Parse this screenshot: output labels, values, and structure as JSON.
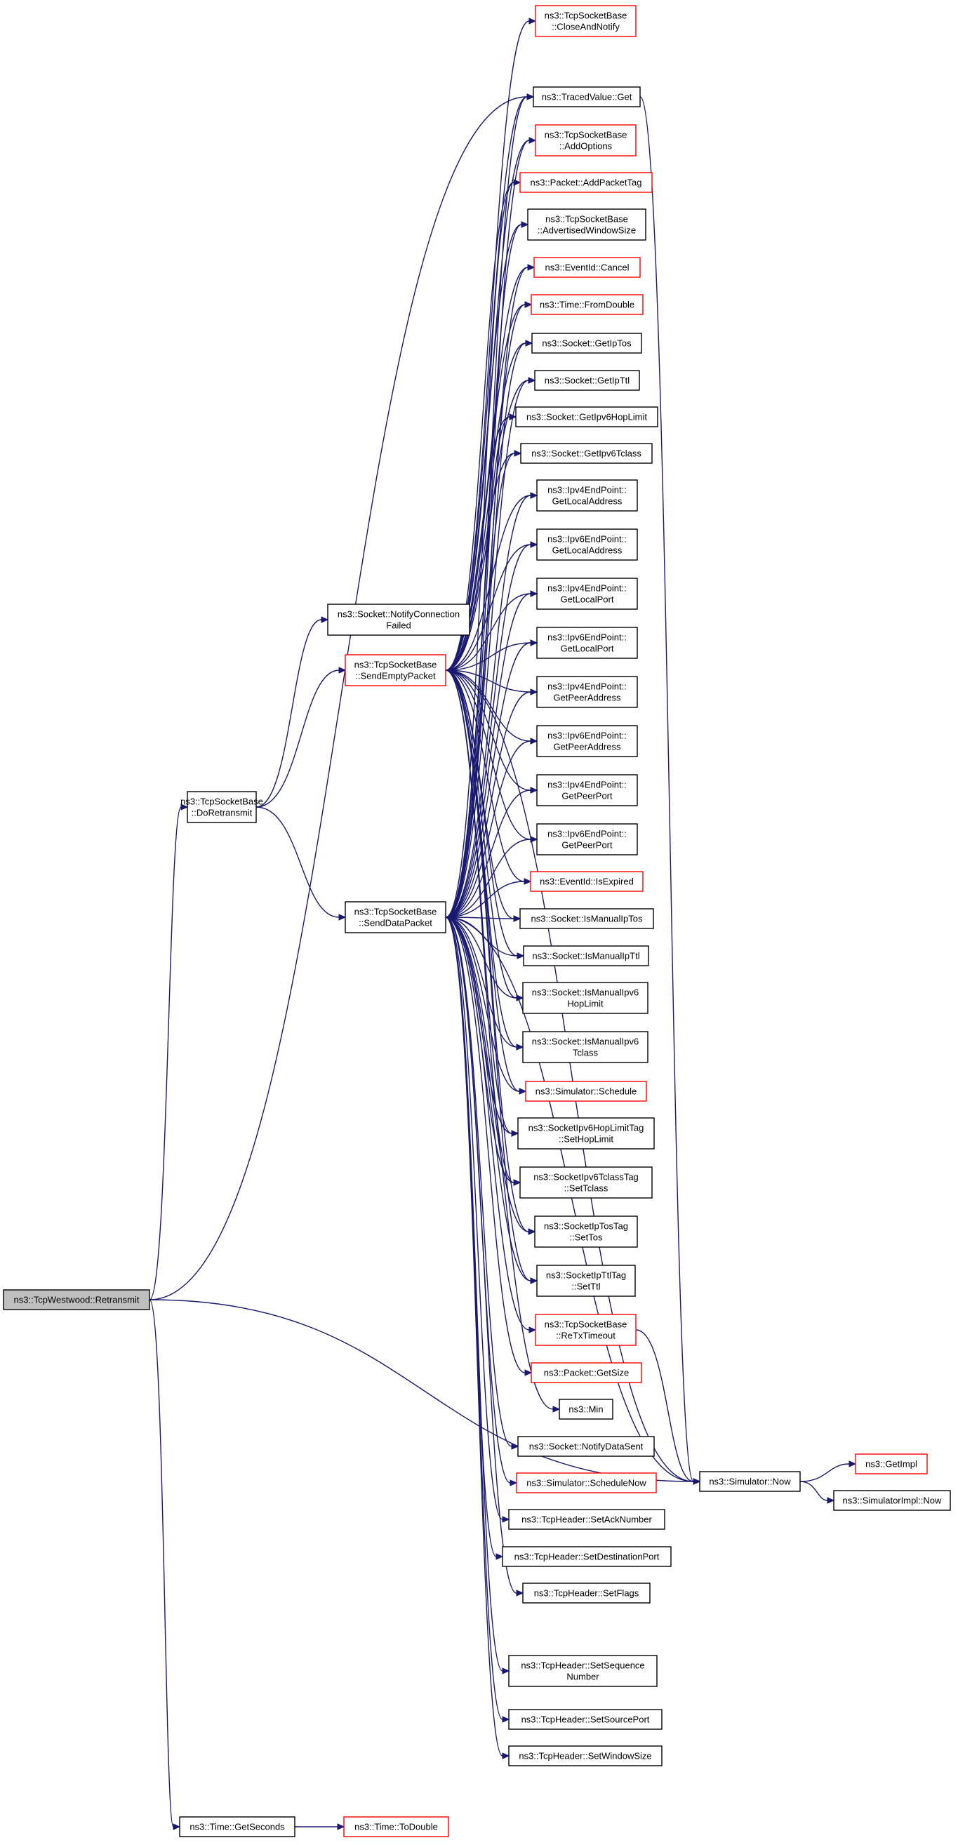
{
  "graph": {
    "edge_color": "#191970",
    "nodes": [
      {
        "id": "root",
        "lines": [
          "ns3::TcpWestwood::Retransmit"
        ],
        "style": "grey"
      },
      {
        "id": "doretransmit",
        "lines": [
          "ns3::TcpSocketBase",
          "::DoRetransmit"
        ],
        "style": "black"
      },
      {
        "id": "notifyconnfailed",
        "lines": [
          "ns3::Socket::NotifyConnection",
          "Failed"
        ],
        "style": "black"
      },
      {
        "id": "sendempty",
        "lines": [
          "ns3::TcpSocketBase",
          "::SendEmptyPacket"
        ],
        "style": "red"
      },
      {
        "id": "senddata",
        "lines": [
          "ns3::TcpSocketBase",
          "::SendDataPacket"
        ],
        "style": "black"
      },
      {
        "id": "getseconds",
        "lines": [
          "ns3::Time::GetSeconds"
        ],
        "style": "black"
      },
      {
        "id": "todouble",
        "lines": [
          "ns3::Time::ToDouble"
        ],
        "style": "red"
      },
      {
        "id": "closeandnotify",
        "lines": [
          "ns3::TcpSocketBase",
          "::CloseAndNotify"
        ],
        "style": "red"
      },
      {
        "id": "tracedget",
        "lines": [
          "ns3::TracedValue::Get"
        ],
        "style": "black"
      },
      {
        "id": "addoptions",
        "lines": [
          "ns3::TcpSocketBase",
          "::AddOptions"
        ],
        "style": "red"
      },
      {
        "id": "addpackettag",
        "lines": [
          "ns3::Packet::AddPacketTag"
        ],
        "style": "red"
      },
      {
        "id": "advwindow",
        "lines": [
          "ns3::TcpSocketBase",
          "::AdvertisedWindowSize"
        ],
        "style": "black"
      },
      {
        "id": "cancel",
        "lines": [
          "ns3::EventId::Cancel"
        ],
        "style": "red"
      },
      {
        "id": "fromdouble",
        "lines": [
          "ns3::Time::FromDouble"
        ],
        "style": "red"
      },
      {
        "id": "getiptos",
        "lines": [
          "ns3::Socket::GetIpTos"
        ],
        "style": "black"
      },
      {
        "id": "getipttl",
        "lines": [
          "ns3::Socket::GetIpTtl"
        ],
        "style": "black"
      },
      {
        "id": "getipv6hop",
        "lines": [
          "ns3::Socket::GetIpv6HopLimit"
        ],
        "style": "black"
      },
      {
        "id": "getipv6tclass",
        "lines": [
          "ns3::Socket::GetIpv6Tclass"
        ],
        "style": "black"
      },
      {
        "id": "ipv4localaddr",
        "lines": [
          "ns3::Ipv4EndPoint::",
          "GetLocalAddress"
        ],
        "style": "black"
      },
      {
        "id": "ipv6localaddr",
        "lines": [
          "ns3::Ipv6EndPoint::",
          "GetLocalAddress"
        ],
        "style": "black"
      },
      {
        "id": "ipv4localport",
        "lines": [
          "ns3::Ipv4EndPoint::",
          "GetLocalPort"
        ],
        "style": "black"
      },
      {
        "id": "ipv6localport",
        "lines": [
          "ns3::Ipv6EndPoint::",
          "GetLocalPort"
        ],
        "style": "black"
      },
      {
        "id": "ipv4peeraddr",
        "lines": [
          "ns3::Ipv4EndPoint::",
          "GetPeerAddress"
        ],
        "style": "black"
      },
      {
        "id": "ipv6peeraddr",
        "lines": [
          "ns3::Ipv6EndPoint::",
          "GetPeerAddress"
        ],
        "style": "black"
      },
      {
        "id": "ipv4peerport",
        "lines": [
          "ns3::Ipv4EndPoint::",
          "GetPeerPort"
        ],
        "style": "black"
      },
      {
        "id": "ipv6peerport",
        "lines": [
          "ns3::Ipv6EndPoint::",
          "GetPeerPort"
        ],
        "style": "black"
      },
      {
        "id": "isexpired",
        "lines": [
          "ns3::EventId::IsExpired"
        ],
        "style": "red"
      },
      {
        "id": "ismaniptos",
        "lines": [
          "ns3::Socket::IsManualIpTos"
        ],
        "style": "black"
      },
      {
        "id": "ismanipttl",
        "lines": [
          "ns3::Socket::IsManualIpTtl"
        ],
        "style": "black"
      },
      {
        "id": "ismanipv6hop",
        "lines": [
          "ns3::Socket::IsManualIpv6",
          "HopLimit"
        ],
        "style": "black"
      },
      {
        "id": "ismanipv6tclass",
        "lines": [
          "ns3::Socket::IsManualIpv6",
          "Tclass"
        ],
        "style": "black"
      },
      {
        "id": "schedule",
        "lines": [
          "ns3::Simulator::Schedule"
        ],
        "style": "red"
      },
      {
        "id": "sethoplimit",
        "lines": [
          "ns3::SocketIpv6HopLimitTag",
          "::SetHopLimit"
        ],
        "style": "black"
      },
      {
        "id": "settclass",
        "lines": [
          "ns3::SocketIpv6TclassTag",
          "::SetTclass"
        ],
        "style": "black"
      },
      {
        "id": "settos",
        "lines": [
          "ns3::SocketIpTosTag",
          "::SetTos"
        ],
        "style": "black"
      },
      {
        "id": "setttl",
        "lines": [
          "ns3::SocketIpTtlTag",
          "::SetTtl"
        ],
        "style": "black"
      },
      {
        "id": "retxtimeout",
        "lines": [
          "ns3::TcpSocketBase",
          "::ReTxTimeout"
        ],
        "style": "red"
      },
      {
        "id": "getsize",
        "lines": [
          "ns3::Packet::GetSize"
        ],
        "style": "red"
      },
      {
        "id": "min",
        "lines": [
          "ns3::Min"
        ],
        "style": "black"
      },
      {
        "id": "notifydatasent",
        "lines": [
          "ns3::Socket::NotifyDataSent"
        ],
        "style": "black"
      },
      {
        "id": "schedulenow",
        "lines": [
          "ns3::Simulator::ScheduleNow"
        ],
        "style": "red"
      },
      {
        "id": "setacknumber",
        "lines": [
          "ns3::TcpHeader::SetAckNumber"
        ],
        "style": "black"
      },
      {
        "id": "setdestport",
        "lines": [
          "ns3::TcpHeader::SetDestinationPort"
        ],
        "style": "black"
      },
      {
        "id": "setflags",
        "lines": [
          "ns3::TcpHeader::SetFlags"
        ],
        "style": "black"
      },
      {
        "id": "setseqnumber",
        "lines": [
          "ns3::TcpHeader::SetSequence",
          "Number"
        ],
        "style": "black"
      },
      {
        "id": "setsourceport",
        "lines": [
          "ns3::TcpHeader::SetSourcePort"
        ],
        "style": "black"
      },
      {
        "id": "setwindowsize",
        "lines": [
          "ns3::TcpHeader::SetWindowSize"
        ],
        "style": "black"
      },
      {
        "id": "simnow",
        "lines": [
          "ns3::Simulator::Now"
        ],
        "style": "black"
      },
      {
        "id": "getimpl",
        "lines": [
          "ns3::GetImpl"
        ],
        "style": "red"
      },
      {
        "id": "simimplnow",
        "lines": [
          "ns3::SimulatorImpl::Now"
        ],
        "style": "black"
      }
    ],
    "edges": [
      [
        "root",
        "doretransmit"
      ],
      [
        "root",
        "getseconds"
      ],
      [
        "root",
        "simnow"
      ],
      [
        "root",
        "tracedget"
      ],
      [
        "doretransmit",
        "notifyconnfailed"
      ],
      [
        "doretransmit",
        "sendempty"
      ],
      [
        "doretransmit",
        "senddata"
      ],
      [
        "getseconds",
        "todouble"
      ],
      [
        "sendempty",
        "closeandnotify"
      ],
      [
        "sendempty",
        "tracedget"
      ],
      [
        "sendempty",
        "addoptions"
      ],
      [
        "sendempty",
        "addpackettag"
      ],
      [
        "sendempty",
        "advwindow"
      ],
      [
        "sendempty",
        "cancel"
      ],
      [
        "sendempty",
        "fromdouble"
      ],
      [
        "sendempty",
        "getiptos"
      ],
      [
        "sendempty",
        "getipttl"
      ],
      [
        "sendempty",
        "getipv6hop"
      ],
      [
        "sendempty",
        "getipv6tclass"
      ],
      [
        "sendempty",
        "ipv4localaddr"
      ],
      [
        "sendempty",
        "ipv6localaddr"
      ],
      [
        "sendempty",
        "ipv4localport"
      ],
      [
        "sendempty",
        "ipv6localport"
      ],
      [
        "sendempty",
        "ipv4peeraddr"
      ],
      [
        "sendempty",
        "ipv6peeraddr"
      ],
      [
        "sendempty",
        "ipv4peerport"
      ],
      [
        "sendempty",
        "ipv6peerport"
      ],
      [
        "sendempty",
        "isexpired"
      ],
      [
        "sendempty",
        "ismaniptos"
      ],
      [
        "sendempty",
        "ismanipttl"
      ],
      [
        "sendempty",
        "ismanipv6hop"
      ],
      [
        "sendempty",
        "ismanipv6tclass"
      ],
      [
        "sendempty",
        "schedule"
      ],
      [
        "sendempty",
        "sethoplimit"
      ],
      [
        "sendempty",
        "settclass"
      ],
      [
        "sendempty",
        "settos"
      ],
      [
        "sendempty",
        "setttl"
      ],
      [
        "sendempty",
        "simnow"
      ],
      [
        "senddata",
        "tracedget"
      ],
      [
        "senddata",
        "addoptions"
      ],
      [
        "senddata",
        "addpackettag"
      ],
      [
        "senddata",
        "advwindow"
      ],
      [
        "senddata",
        "cancel"
      ],
      [
        "senddata",
        "fromdouble"
      ],
      [
        "senddata",
        "getiptos"
      ],
      [
        "senddata",
        "getipttl"
      ],
      [
        "senddata",
        "getipv6hop"
      ],
      [
        "senddata",
        "getipv6tclass"
      ],
      [
        "senddata",
        "ipv4localaddr"
      ],
      [
        "senddata",
        "ipv6localaddr"
      ],
      [
        "senddata",
        "ipv4localport"
      ],
      [
        "senddata",
        "ipv6localport"
      ],
      [
        "senddata",
        "ipv4peeraddr"
      ],
      [
        "senddata",
        "ipv6peeraddr"
      ],
      [
        "senddata",
        "ipv4peerport"
      ],
      [
        "senddata",
        "ipv6peerport"
      ],
      [
        "senddata",
        "isexpired"
      ],
      [
        "senddata",
        "ismaniptos"
      ],
      [
        "senddata",
        "ismanipttl"
      ],
      [
        "senddata",
        "ismanipv6hop"
      ],
      [
        "senddata",
        "ismanipv6tclass"
      ],
      [
        "senddata",
        "schedule"
      ],
      [
        "senddata",
        "sethoplimit"
      ],
      [
        "senddata",
        "settclass"
      ],
      [
        "senddata",
        "settos"
      ],
      [
        "senddata",
        "setttl"
      ],
      [
        "senddata",
        "retxtimeout"
      ],
      [
        "senddata",
        "getsize"
      ],
      [
        "senddata",
        "min"
      ],
      [
        "senddata",
        "notifydatasent"
      ],
      [
        "senddata",
        "schedulenow"
      ],
      [
        "senddata",
        "setacknumber"
      ],
      [
        "senddata",
        "setdestport"
      ],
      [
        "senddata",
        "setflags"
      ],
      [
        "senddata",
        "setseqnumber"
      ],
      [
        "senddata",
        "setsourceport"
      ],
      [
        "senddata",
        "setwindowsize"
      ],
      [
        "senddata",
        "simnow"
      ],
      [
        "retxtimeout",
        "simnow"
      ],
      [
        "tracedget",
        "simnow"
      ],
      [
        "simnow",
        "getimpl"
      ],
      [
        "simnow",
        "simimplnow"
      ]
    ]
  }
}
